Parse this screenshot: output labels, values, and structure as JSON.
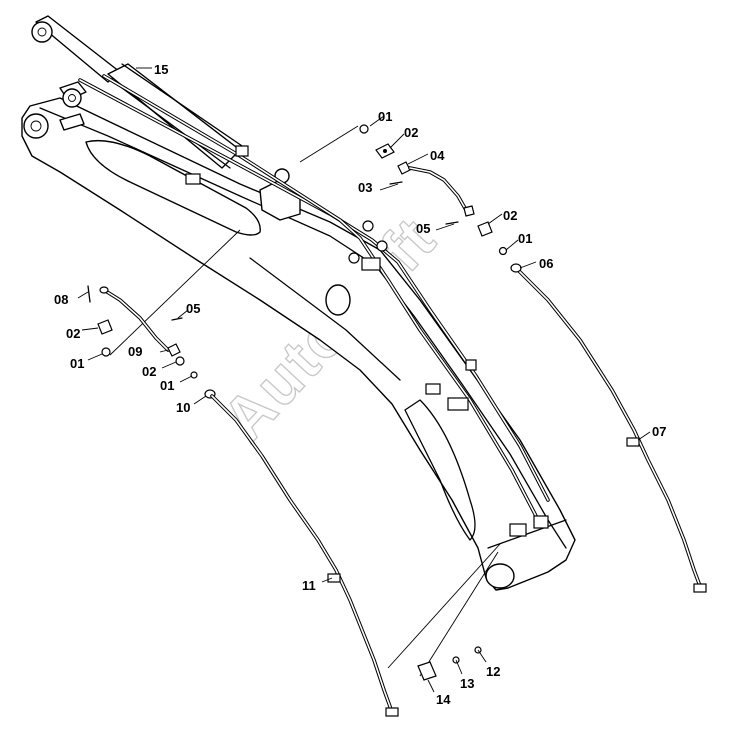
{
  "watermark": "AutoSoft",
  "callouts": {
    "c01a": "01",
    "c02a": "02",
    "c04": "04",
    "c03": "03",
    "c05a": "05",
    "c02b": "02",
    "c01b": "01",
    "c06": "06",
    "c15": "15",
    "c08": "08",
    "c02c": "02",
    "c01c": "01",
    "c05b": "05",
    "c09": "09",
    "c02d": "02",
    "c01d": "01",
    "c10": "10",
    "c07": "07",
    "c11": "11",
    "c12": "12",
    "c13": "13",
    "c14": "14"
  }
}
